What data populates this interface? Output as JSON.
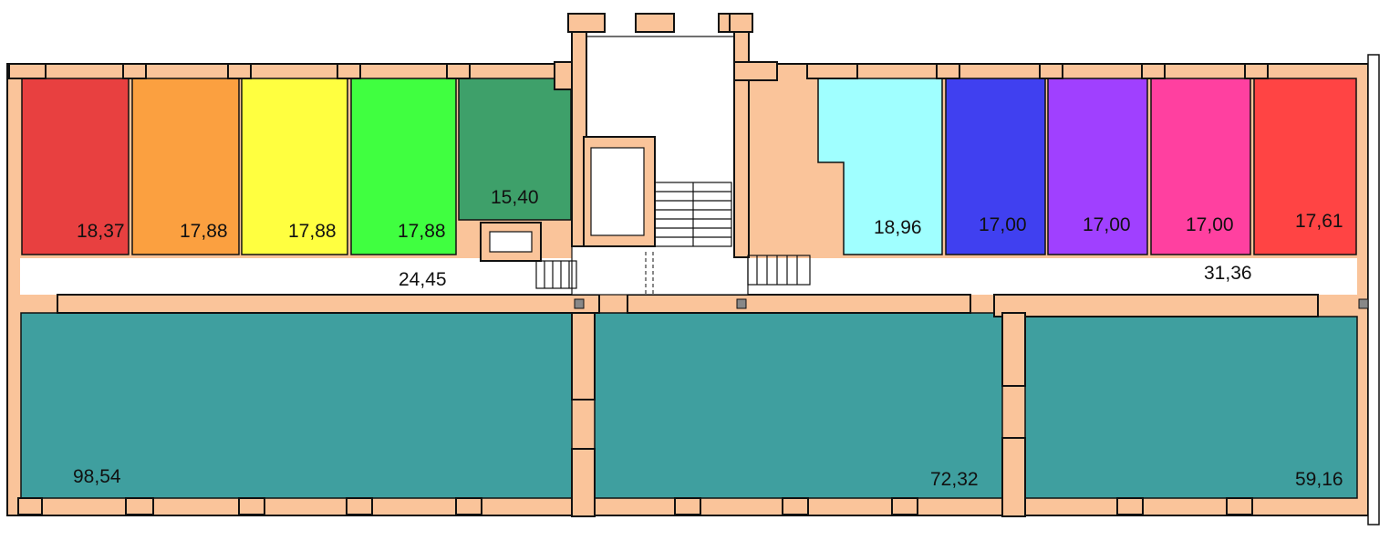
{
  "plan": {
    "wall_color": "#fac49a",
    "rooms": [
      {
        "id": "r1",
        "label": "18,37",
        "color": "#e84040"
      },
      {
        "id": "r2",
        "label": "17,88",
        "color": "#fba040"
      },
      {
        "id": "r3",
        "label": "17,88",
        "color": "#ffff40"
      },
      {
        "id": "r4",
        "label": "17,88",
        "color": "#40ff40"
      },
      {
        "id": "r5",
        "label": "15,40",
        "color": "#3ea06a"
      },
      {
        "id": "r6",
        "label": "18,96",
        "color": "#a0ffff"
      },
      {
        "id": "r7",
        "label": "17,00",
        "color": "#4040f0"
      },
      {
        "id": "r8",
        "label": "17,00",
        "color": "#a040ff"
      },
      {
        "id": "r9",
        "label": "17,00",
        "color": "#ff40a0"
      },
      {
        "id": "r10",
        "label": "17,61",
        "color": "#ff4444"
      },
      {
        "id": "hall-left",
        "label": "98,54",
        "color": "#3f9f9f"
      },
      {
        "id": "hall-center",
        "label": "72,32",
        "color": "#3f9f9f"
      },
      {
        "id": "hall-right",
        "label": "59,16",
        "color": "#3f9f9f"
      }
    ],
    "corridors": [
      {
        "id": "corridor-left",
        "label": "24,45"
      },
      {
        "id": "corridor-right",
        "label": "31,36"
      }
    ]
  }
}
